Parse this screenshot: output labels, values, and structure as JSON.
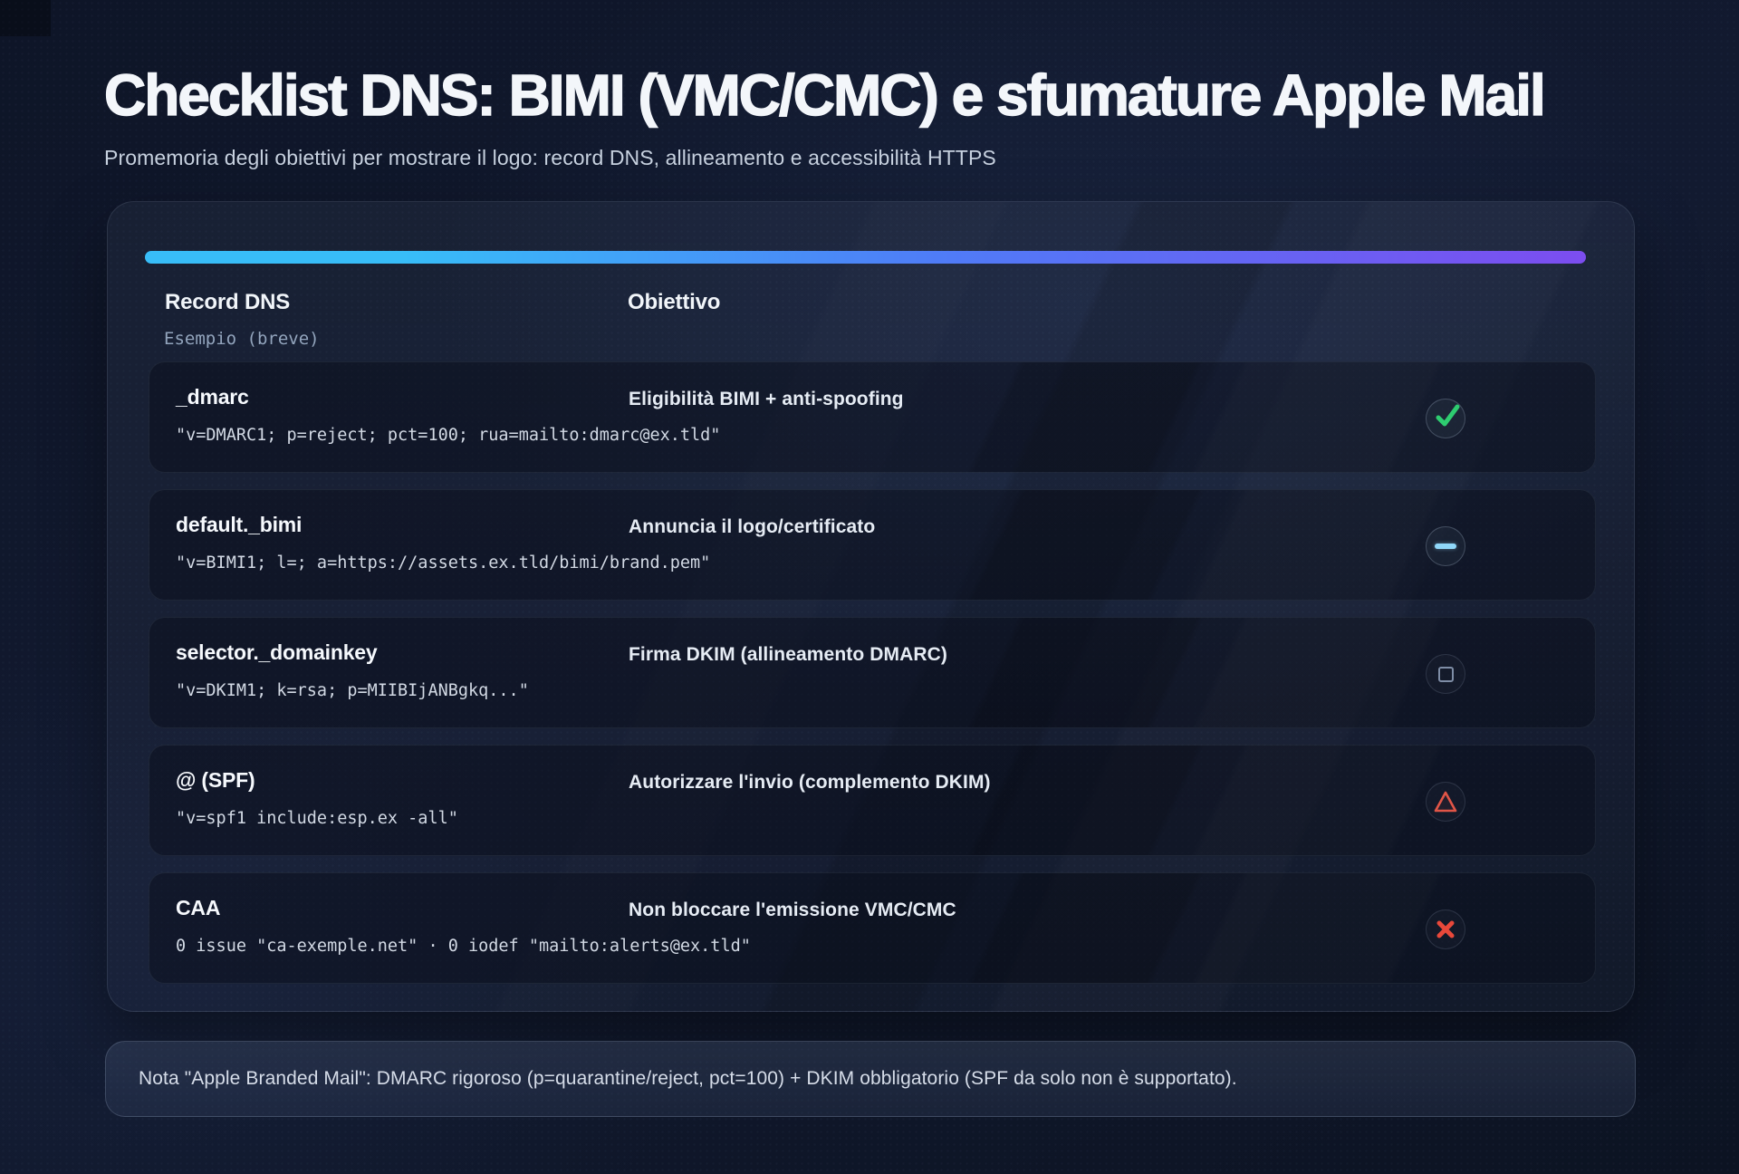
{
  "header": {
    "title": "Checklist DNS: BIMI (VMC/CMC) e sfumature Apple Mail",
    "subtitle": "Promemoria degli obiettivi per mostrare il logo: record DNS, allineamento e accessibilità HTTPS"
  },
  "table": {
    "columns": {
      "record": "Record DNS",
      "objective": "Obiettivo"
    },
    "record_subheader": "Esempio (breve)",
    "rows": [
      {
        "record": "_dmarc",
        "example": "\"v=DMARC1; p=reject; pct=100; rua=mailto:dmarc@ex.tld\"",
        "objective": "Eligibilità BIMI + anti-spoofing",
        "status": "done",
        "status_icon": "check-icon"
      },
      {
        "record": "default._bimi",
        "example": "\"v=BIMI1; l=; a=https://assets.ex.tld/bimi/brand.pem\"",
        "objective": "Annuncia il logo/certificato",
        "status": "partial",
        "status_icon": "minus-icon"
      },
      {
        "record": "selector._domainkey",
        "example": "\"v=DKIM1; k=rsa; p=MIIBIjANBgkq...\"",
        "objective": "Firma DKIM (allineamento DMARC)",
        "status": "pending",
        "status_icon": "square-icon"
      },
      {
        "record": "@ (SPF)",
        "example": "\"v=spf1 include:esp.ex -all\"",
        "objective": "Autorizzare l'invio (complemento DKIM)",
        "status": "warning",
        "status_icon": "triangle-icon"
      },
      {
        "record": "CAA",
        "example": "0 issue \"ca-exemple.net\" · 0 iodef \"mailto:alerts@ex.tld\"",
        "objective": "Non bloccare l'emissione VMC/CMC",
        "status": "error",
        "status_icon": "x-icon"
      }
    ]
  },
  "note": {
    "text": "Nota \"Apple Branded Mail\": DMARC rigoroso (p=quarantine/reject, pct=100) + DKIM obbligatorio (SPF da solo non è supportato)."
  },
  "colors": {
    "progress_gradient_start": "#38bdf8",
    "progress_gradient_mid": "#4f7cf7",
    "progress_gradient_end": "#7c4df0",
    "status_done": "#2ecc70",
    "status_partial": "#8fd7f9",
    "status_pending": "#7e8da6",
    "status_warning": "#e05547",
    "status_error": "#e8483a",
    "background": "#101829",
    "card_border": "#94a3b8"
  }
}
